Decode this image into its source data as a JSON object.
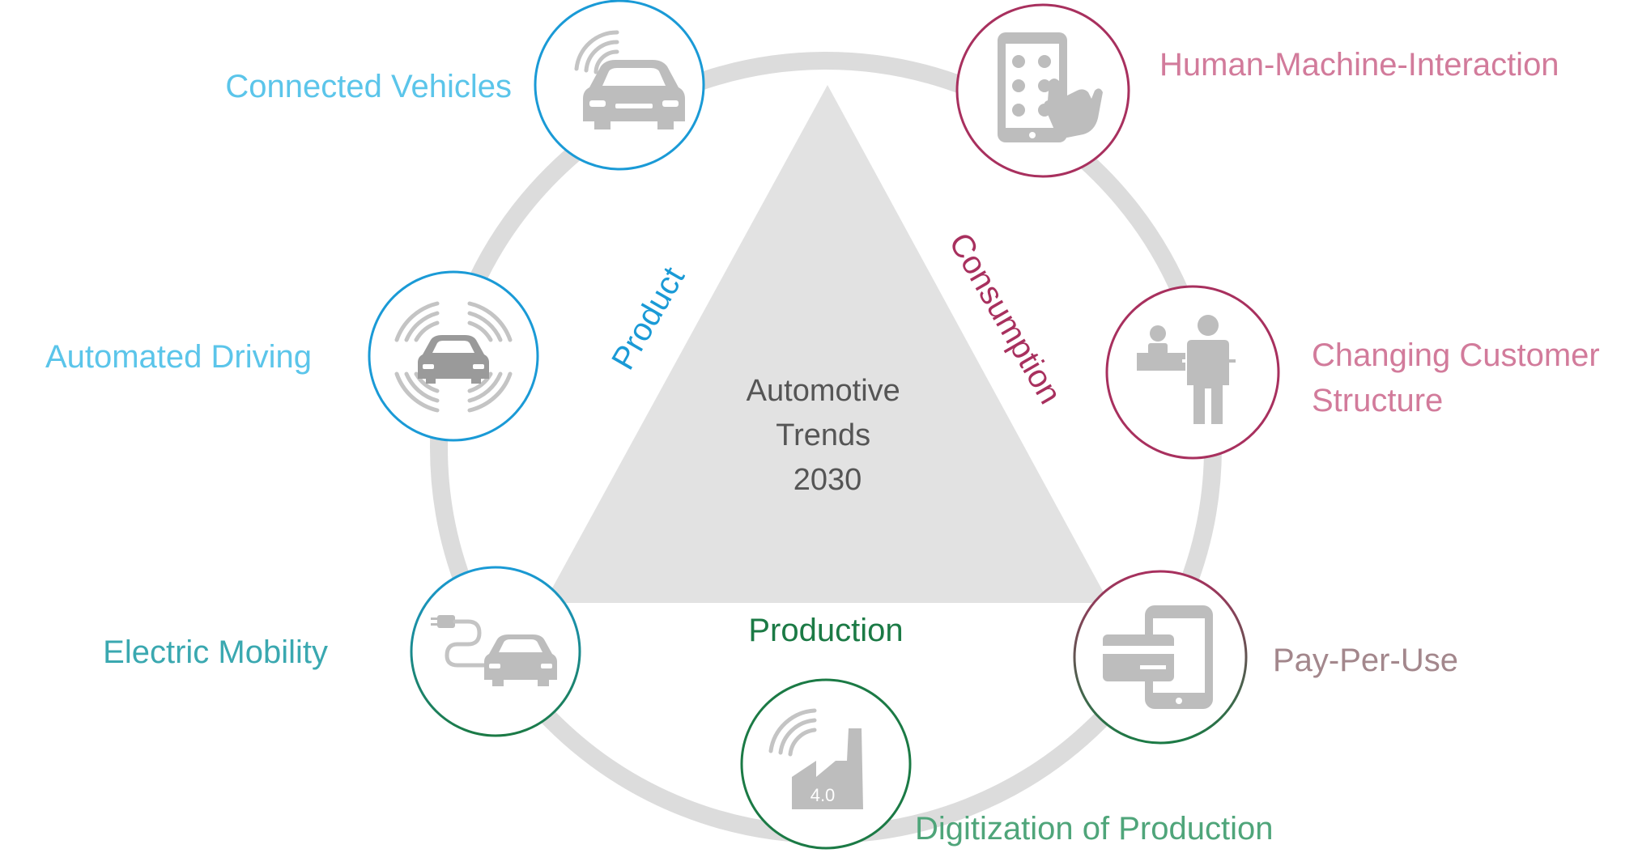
{
  "center": {
    "line1": "Automotive",
    "line2": "Trends",
    "line3": "2030"
  },
  "sides": {
    "product": "Product",
    "consumption": "Consumption",
    "production": "Production"
  },
  "nodes": {
    "connected_vehicles": "Connected Vehicles",
    "automated_driving": "Automated Driving",
    "electric_mobility": "Electric Mobility",
    "hmi": "Human-Machine-Interaction",
    "customer_line1": "Changing Customer",
    "customer_line2": "Structure",
    "pay_per_use": "Pay-Per-Use",
    "digitization": "Digitization of Production"
  },
  "factory_badge": "4.0",
  "colors": {
    "product_blue": "#1a9ad6",
    "product_label": "#5bc5ea",
    "consumption_red": "#a8305e",
    "consumption_label": "#d27b9b",
    "production_green": "#1b7a45",
    "production_label": "#4fa57a",
    "electric_label": "#3aa8b0",
    "pay_label": "#a3878c",
    "ring_gray": "#dcdcdc",
    "triangle_gray": "#e2e2e2",
    "icon_gray": "#bdbdbd"
  },
  "icons": {
    "connected_vehicles": "car-wifi-icon",
    "automated_driving": "car-sensor-icon",
    "electric_mobility": "electric-car-plug-icon",
    "hmi": "tablet-touch-icon",
    "customer": "customer-people-icon",
    "pay_per_use": "phone-card-icon",
    "digitization": "factory-wifi-icon"
  }
}
